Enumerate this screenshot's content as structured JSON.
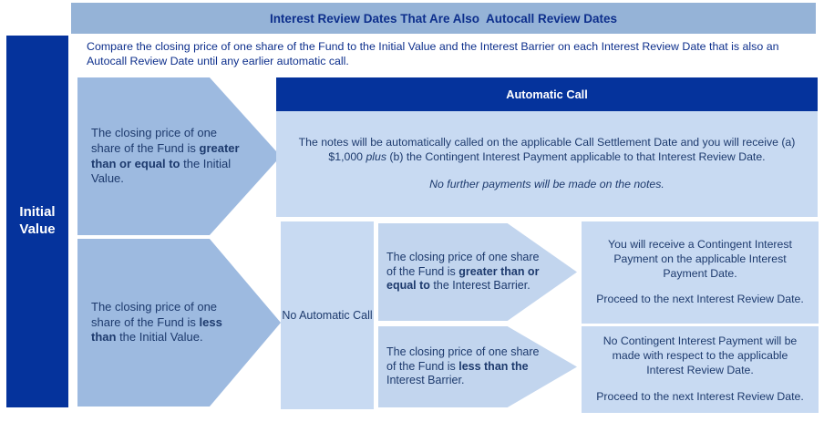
{
  "colors": {
    "dark_blue": "#05339C",
    "medium_blue": "#95B3D7",
    "arrow_blue": "#9DBAE0",
    "light_blue": "#C8DAF2",
    "light_arrow_blue": "#C2D5EE",
    "ink": "#1D3A6D",
    "blue_ink": "#0D2F8C"
  },
  "title": "Interest Review Dates That Are Also  Autocall Review Dates",
  "intro": "Compare the closing price of one share of the Fund to the Initial Value and the Interest Barrier on each Interest Review Date that is also an Autocall Review Date until any earlier automatic call.",
  "sidebar": {
    "label": "Initial Value"
  },
  "initial_value_branch": {
    "above": {
      "pre": "The closing price of one share of the Fund is ",
      "bold": "greater than or equal to",
      "post": " the Initial Value."
    },
    "below": {
      "pre": "The closing price of one share of the Fund is ",
      "bold": "less than",
      "post": " the Initial Value."
    }
  },
  "automatic_call": {
    "header": "Automatic Call",
    "body_pre": "The notes will be automatically called on the applicable Call Settlement Date and you will receive (a) $1,000 ",
    "body_italic": "plus",
    "body_post": " (b) the Contingent Interest Payment applicable to that Interest Review Date.",
    "note": "No further payments will be made on the notes."
  },
  "no_automatic_call": {
    "label": "No Automatic Call"
  },
  "interest_barrier_branch": {
    "above": {
      "pre": "The closing price of one share of the Fund is ",
      "bold": "greater than or equal to",
      "post": " the Interest Barrier."
    },
    "below": {
      "pre": "The closing price of one share of the Fund is ",
      "bold": "less than the",
      "post": " Interest Barrier."
    }
  },
  "outcomes": {
    "above": {
      "line1": "You will receive a Contingent Interest Payment on the applicable Interest Payment Date.",
      "line2": "Proceed to the next Interest Review Date."
    },
    "below": {
      "line1": "No Contingent Interest Payment will be made with respect to the applicable Interest Review Date.",
      "line2": "Proceed to the next Interest Review Date."
    }
  }
}
